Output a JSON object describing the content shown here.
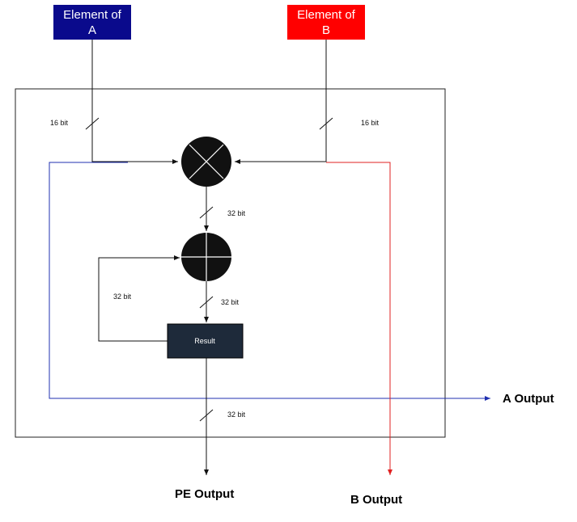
{
  "inputs": {
    "a": {
      "line1": "Element of",
      "line2": "A",
      "color": "#0a0a8c"
    },
    "b": {
      "line1": "Element of",
      "line2": "B",
      "color": "#ff0000"
    }
  },
  "bus_labels": {
    "a_in": "16 bit",
    "b_in": "16 bit",
    "mult_out": "32 bit",
    "feedback": "32 bit",
    "adder_out": "32 bit",
    "pe_out": "32 bit"
  },
  "result_label": "Result",
  "result_color": "#1e2a3a",
  "outputs": {
    "a": "A Output",
    "b": "B Output",
    "pe": "PE Output"
  },
  "colors": {
    "a_path": "#1f2fb0",
    "b_path": "#e02020",
    "wire": "#111111"
  }
}
